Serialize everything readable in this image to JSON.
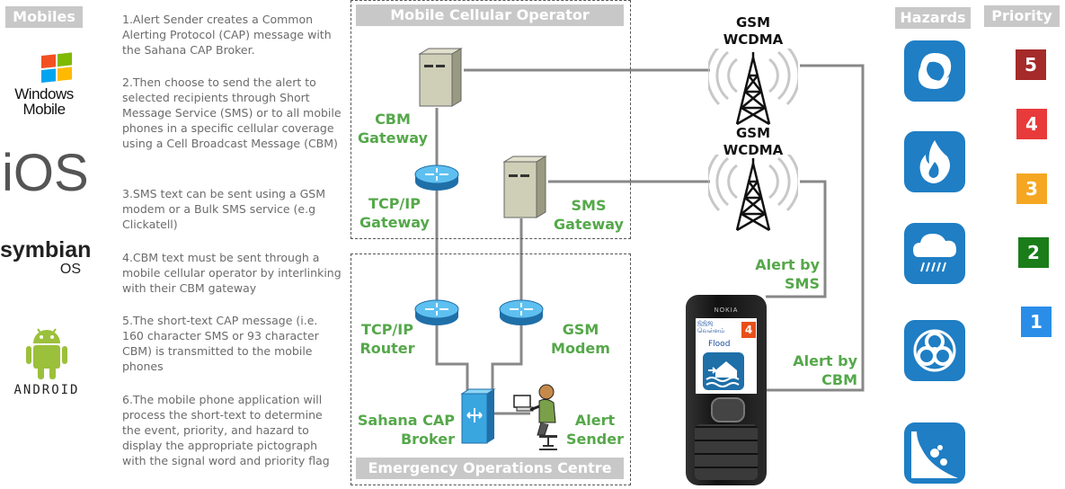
{
  "mobiles": {
    "header": "Mobiles",
    "windows_line1": "Windows",
    "windows_line2": "Mobile",
    "ios": "iOS",
    "symbian": "symbian",
    "symbian_os": "OS",
    "android": "ANDROID"
  },
  "steps": [
    "1.Alert Sender creates a Common Alerting Protocol (CAP) message with the Sahana CAP Broker.",
    "2.Then choose to send the alert to selected recipients through Short Message Service (SMS) or to all mobile phones in a specific cellular coverage using a Cell Broadcast Message (CBM)",
    "3.SMS text can be sent using a GSM modem or a Bulk SMS service (e.g Clickatell)",
    "4.CBM text must be sent through a mobile cellular operator by interlinking with their CBM gateway",
    "5.The short-text CAP message (i.e. 160 character SMS or 93 character CBM) is transmitted to the mobile phones",
    "6.The mobile phone application will process the short-text to determine the event, priority, and hazard to display the appropriate pictograph with the signal word and priority flag"
  ],
  "operator": {
    "title": "Mobile Cellular Operator",
    "cbm_gateway": "CBM Gateway",
    "tcpip_gateway": "TCP/IP Gateway",
    "sms_gateway": "SMS Gateway"
  },
  "eoc": {
    "title": "Emergency Operations Centre",
    "tcpip_router": "TCP/IP Router",
    "gsm_modem": "GSM Modem",
    "cap_broker": "Sahana CAP Broker",
    "alert_sender": "Alert Sender"
  },
  "towers": [
    {
      "line1": "GSM",
      "line2": "WCDMA"
    },
    {
      "line1": "GSM",
      "line2": "WCDMA"
    }
  ],
  "links": {
    "alert_sms": "Alert by SMS",
    "alert_cbm": "Alert by CBM"
  },
  "phone": {
    "brand": "NOKIA",
    "screen_script": "ஜ்ஜ்ஜ",
    "screen_tamil": "வெள்ளம்",
    "screen_word": "Flood",
    "screen_priority": "4"
  },
  "hazards": {
    "header": "Hazards",
    "items": [
      "cyclone-icon",
      "fire-icon",
      "rain-icon",
      "biohazard-icon",
      "landslide-icon"
    ],
    "color": "#1f7ec4"
  },
  "priority": {
    "header": "Priority",
    "items": [
      {
        "label": "5",
        "color": "#a52a2a"
      },
      {
        "label": "4",
        "color": "#e83a3a"
      },
      {
        "label": "3",
        "color": "#f5a623"
      },
      {
        "label": "2",
        "color": "#1a7d1a"
      },
      {
        "label": "1",
        "color": "#2a8ee8"
      }
    ]
  }
}
